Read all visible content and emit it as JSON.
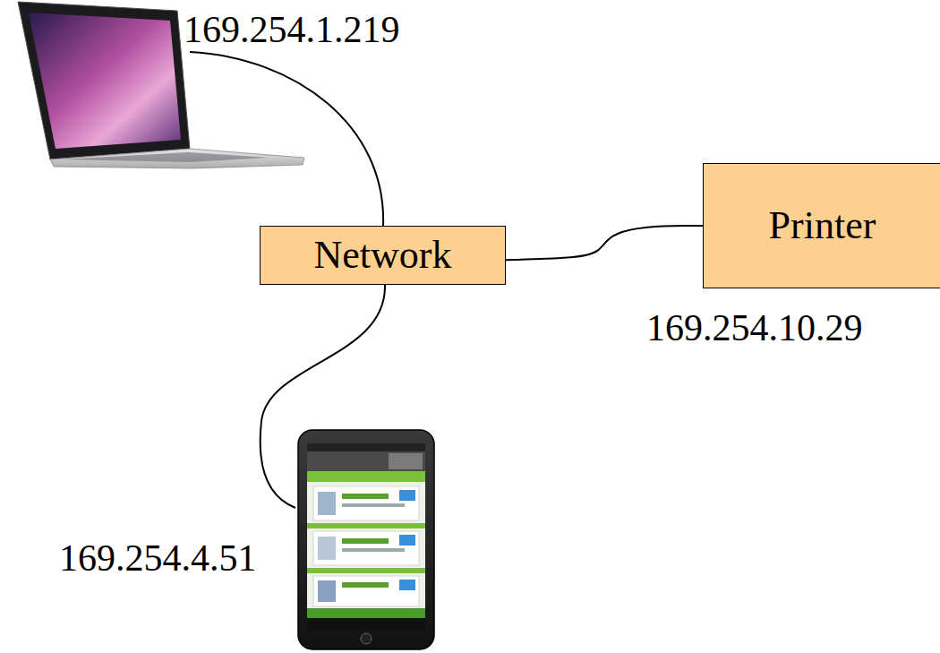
{
  "diagram": {
    "nodes": [
      {
        "text": [
          "Network"
        ]
      },
      {
        "text": [
          "Printer"
        ]
      }
    ],
    "edges": [
      {
        "from": 0,
        "to": 1,
        "arrow": "none"
      }
    ],
    "labels": [
      "169.254.1.219",
      "169.254.10.29",
      "169.254.4.51"
    ]
  }
}
